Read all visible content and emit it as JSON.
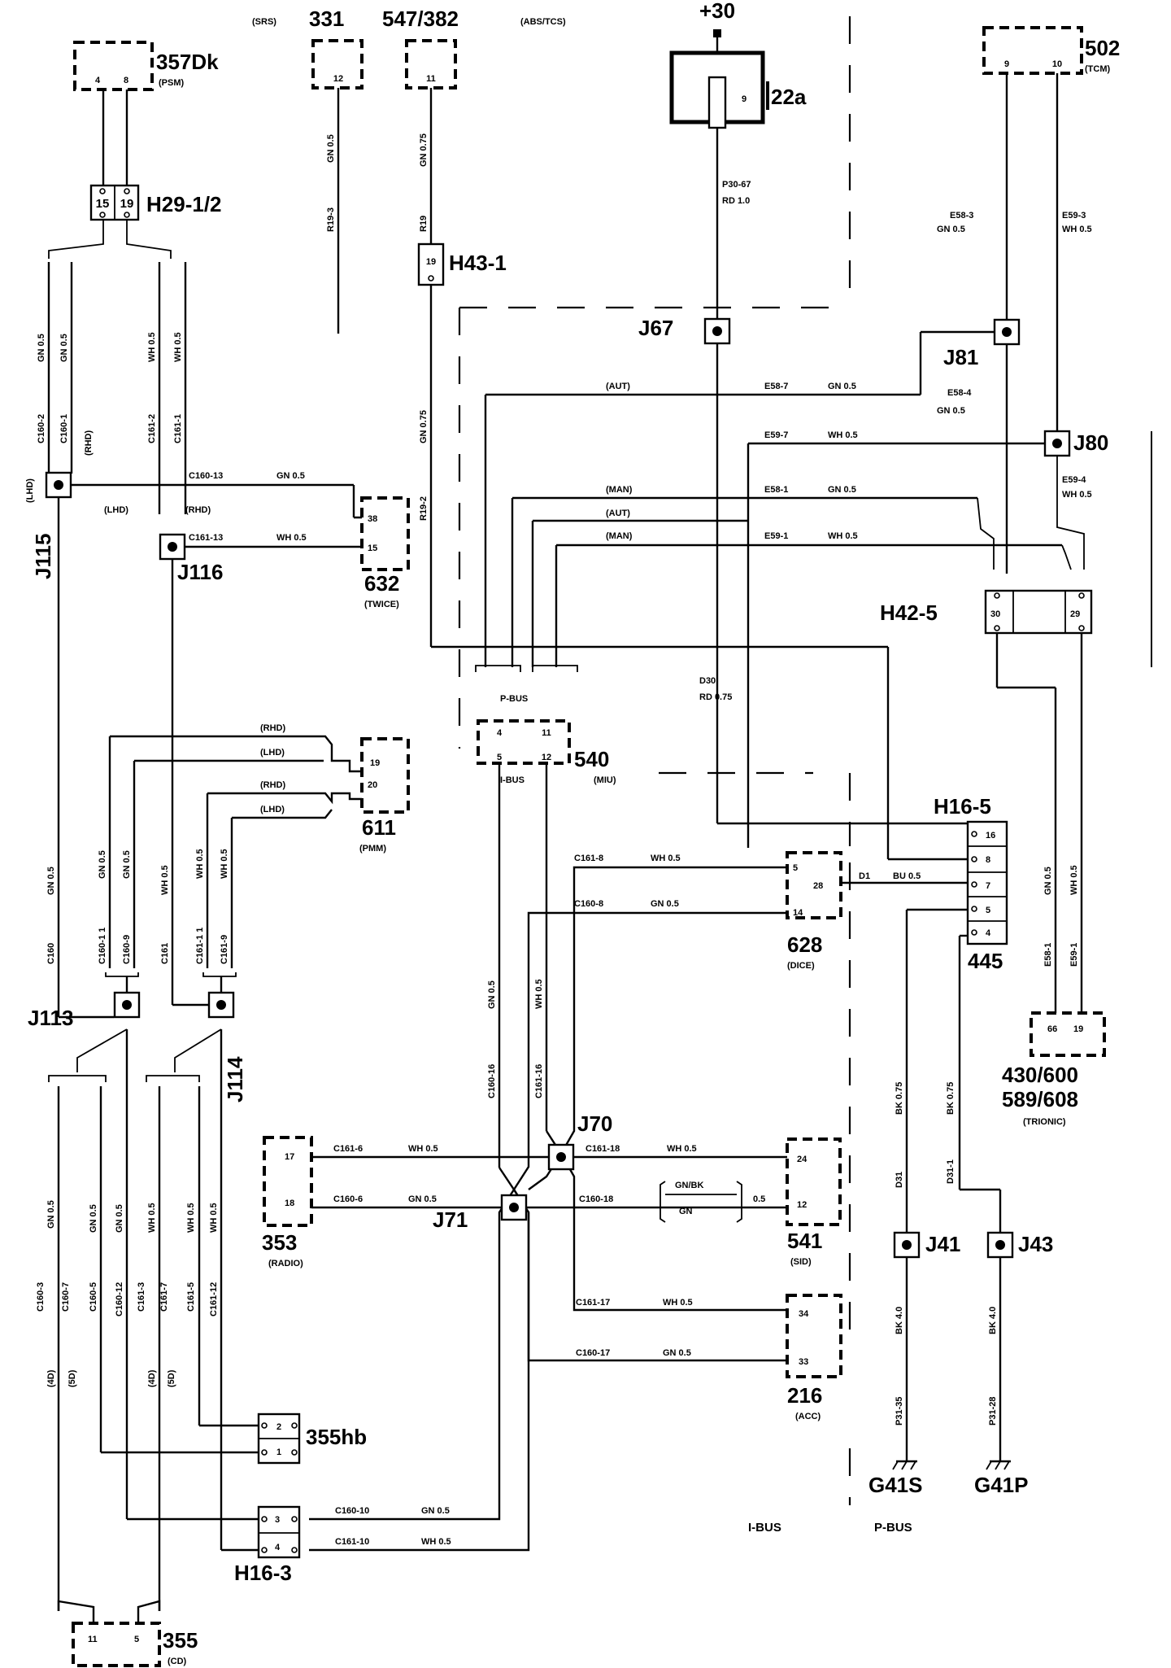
{
  "components": {
    "c357": {
      "label": "357Dk",
      "sub": "(PSM)",
      "pins": [
        "4",
        "8"
      ]
    },
    "c331": {
      "label": "331",
      "sub": "(SRS)",
      "pin": "12"
    },
    "c547": {
      "label": "547/382",
      "sub": "(ABS/TCS)",
      "pin": "11"
    },
    "c22a": {
      "label": "22a",
      "pin": "9",
      "supply": "+30"
    },
    "c502": {
      "label": "502",
      "sub": "(TCM)",
      "pins": [
        "9",
        "10"
      ]
    },
    "c632": {
      "label": "632",
      "sub": "(TWICE)",
      "pins": [
        "38",
        "15"
      ]
    },
    "c611": {
      "label": "611",
      "sub": "(PMM)",
      "pins": [
        "19",
        "20"
      ]
    },
    "c540": {
      "label": "540",
      "sub": "(MIU)",
      "pins": [
        "4",
        "11",
        "5",
        "12"
      ],
      "pbus": "P-BUS",
      "ibus": "I-BUS"
    },
    "c628": {
      "label": "628",
      "sub": "(DICE)",
      "pins": [
        "5",
        "28",
        "14"
      ]
    },
    "c445": {
      "label": "445",
      "pins": [
        "16",
        "8",
        "7",
        "5",
        "4"
      ]
    },
    "c430": {
      "label1": "430/600",
      "label2": "589/608",
      "sub": "(TRIONIC)",
      "pins": [
        "66",
        "19"
      ]
    },
    "c353": {
      "label": "353",
      "sub": "(RADIO)",
      "pins": [
        "17",
        "18"
      ]
    },
    "c541": {
      "label": "541",
      "sub": "(SID)",
      "pins": [
        "24",
        "12"
      ]
    },
    "c216": {
      "label": "216",
      "sub": "(ACC)",
      "pins": [
        "34",
        "33"
      ]
    },
    "c355hb": {
      "label": "355hb",
      "pins": [
        "2",
        "1"
      ]
    },
    "c355": {
      "label": "355",
      "sub": "(CD)",
      "pins": [
        "11",
        "5"
      ]
    }
  },
  "connectors": {
    "h29": {
      "label": "H29-1/2",
      "pins": [
        "15",
        "19"
      ]
    },
    "h43": {
      "label": "H43-1",
      "pin": "19"
    },
    "h42": {
      "label": "H42-5",
      "pins": [
        "30",
        "29"
      ]
    },
    "h16_5": {
      "label": "H16-5"
    },
    "h16_3": {
      "label": "H16-3",
      "pins": [
        "3",
        "4"
      ]
    }
  },
  "junctions": {
    "j67": "J67",
    "j81": "J81",
    "j80": "J80",
    "j115": "J115",
    "j116": "J116",
    "j113": "J113",
    "j114": "J114",
    "j70": "J70",
    "j71": "J71",
    "j41": "J41",
    "j43": "J43"
  },
  "grounds": {
    "g41s": "G41S",
    "g41p": "G41P"
  },
  "bus_labels": {
    "ibus": "I-BUS",
    "pbus": "P-BUS"
  },
  "wires": {
    "w_r193_gn": "GN 0.5",
    "w_r193": "R19-3",
    "w_r19_gn": "GN 0.75",
    "w_r19": "R19",
    "w_r192_gn": "GN 0.75",
    "w_r192": "R19-2",
    "w_p3067": "P30-67",
    "w_p3067_rd": "RD 1.0",
    "w_e583": "E58-3",
    "w_e583_gn": "GN 0.5",
    "w_e593": "E59-3",
    "w_e593_wh": "WH 0.5",
    "w_aut1": "(AUT)",
    "w_e587": "E58-7",
    "w_e587_gn": "GN 0.5",
    "w_e584": "E58-4",
    "w_e584_gn": "GN 0.5",
    "w_e597": "E59-7",
    "w_e597_wh": "WH 0.5",
    "w_man1": "(MAN)",
    "w_e581": "E58-1",
    "w_e581_gn": "GN 0.5",
    "w_aut2": "(AUT)",
    "w_man2": "(MAN)",
    "w_e591": "E59-1",
    "w_e591_wh": "WH 0.5",
    "w_e594": "E59-4",
    "w_e594_wh": "WH 0.5",
    "w_c1602_gn": "GN 0.5",
    "w_c1602": "C160-2",
    "w_c1601_gn": "GN 0.5",
    "w_c1601": "C160-1",
    "w_c1612_wh": "WH 0.5",
    "w_c1612": "C161-2",
    "w_c1611_wh": "WH 0.5",
    "w_c1611": "C161-1",
    "w_rhd_a": "(RHD)",
    "w_lhd_a": "(LHD)",
    "w_c16013": "C160-13",
    "w_c16013_gn": "GN 0.5",
    "w_lhd_b": "(LHD)",
    "w_rhd_b": "(RHD)",
    "w_c16113": "C161-13",
    "w_c16113_wh": "WH 0.5",
    "w_d30": "D30",
    "w_d30_rd": "RD 0.75",
    "w_rhd_c": "(RHD)",
    "w_lhd_c": "(LHD)",
    "w_rhd_d": "(RHD)",
    "w_lhd_d": "(LHD)",
    "w_c160_gn": "GN 0.5",
    "w_c160": "C160",
    "w_c1601b_gn": "GN 0.5",
    "w_c1601b": "C160-1 1",
    "w_c1609_gn": "GN 0.5",
    "w_c1609": "C160-9",
    "w_c161_wh": "WH 0.5",
    "w_c161": "C161",
    "w_c1611b_wh": "WH 0.5",
    "w_c1611b": "C161-1 1",
    "w_c1619_wh": "WH 0.5",
    "w_c1619": "C161-9",
    "w_c1618": "C161-8",
    "w_c1618_wh": "WH 0.5",
    "w_c1608": "C160-8",
    "w_c1608_gn": "GN 0.5",
    "w_d1": "D1",
    "w_d1_bu": "BU 0.5",
    "w_e581b_gn": "GN 0.5",
    "w_e581b": "E58-1",
    "w_e591b_wh": "WH 0.5",
    "w_e591b": "E59-1",
    "w_c16016_gn": "GN 0.5",
    "w_c16016": "C160-16",
    "w_c16116_wh": "WH 0.5",
    "w_c16116": "C161-16",
    "w_c1616": "C161-6",
    "w_c1616_wh": "WH 0.5",
    "w_c1606": "C160-6",
    "w_c1606_gn": "GN 0.5",
    "w_c16118": "C161-18",
    "w_c16118_wh": "WH 0.5",
    "w_c16018": "C160-18",
    "w_gnbk": "GN/BK",
    "w_gn": "GN",
    "w_c16018_size": "0.5",
    "w_c16117": "C161-17",
    "w_c16117_wh": "WH 0.5",
    "w_c16017": "C160-17",
    "w_c16017_gn": "GN 0.5",
    "w_c16010": "C160-10",
    "w_c16010_gn": "GN 0.5",
    "w_c16110": "C161-10",
    "w_c16110_wh": "WH 0.5",
    "w_d31_bk": "BK 0.75",
    "w_d31": "D31",
    "w_d311_bk": "BK 0.75",
    "w_d311": "D31-1",
    "w_p3135_bk": "BK 4.0",
    "w_p3135": "P31-35",
    "w_p3128_bk": "BK 4.0",
    "w_p3128": "P31-28",
    "w_l1_gn": "GN 0.5",
    "w_c1603": "C160-3",
    "w_c1607": "C160-7",
    "w_l2_gn": "GN 0.5",
    "w_c1605": "C160-5",
    "w_l3_gn": "GN 0.5",
    "w_c16012": "C160-12",
    "w_l4_wh": "WH 0.5",
    "w_c1613": "C161-3",
    "w_c1617": "C161-7",
    "w_l5_wh": "WH 0.5",
    "w_c1615": "C161-5",
    "w_l6_wh": "WH 0.5",
    "w_c16112": "C161-12",
    "w_4d_a": "(4D)",
    "w_5d_a": "(5D)",
    "w_4d_b": "(4D)",
    "w_5d_b": "(5D)"
  }
}
